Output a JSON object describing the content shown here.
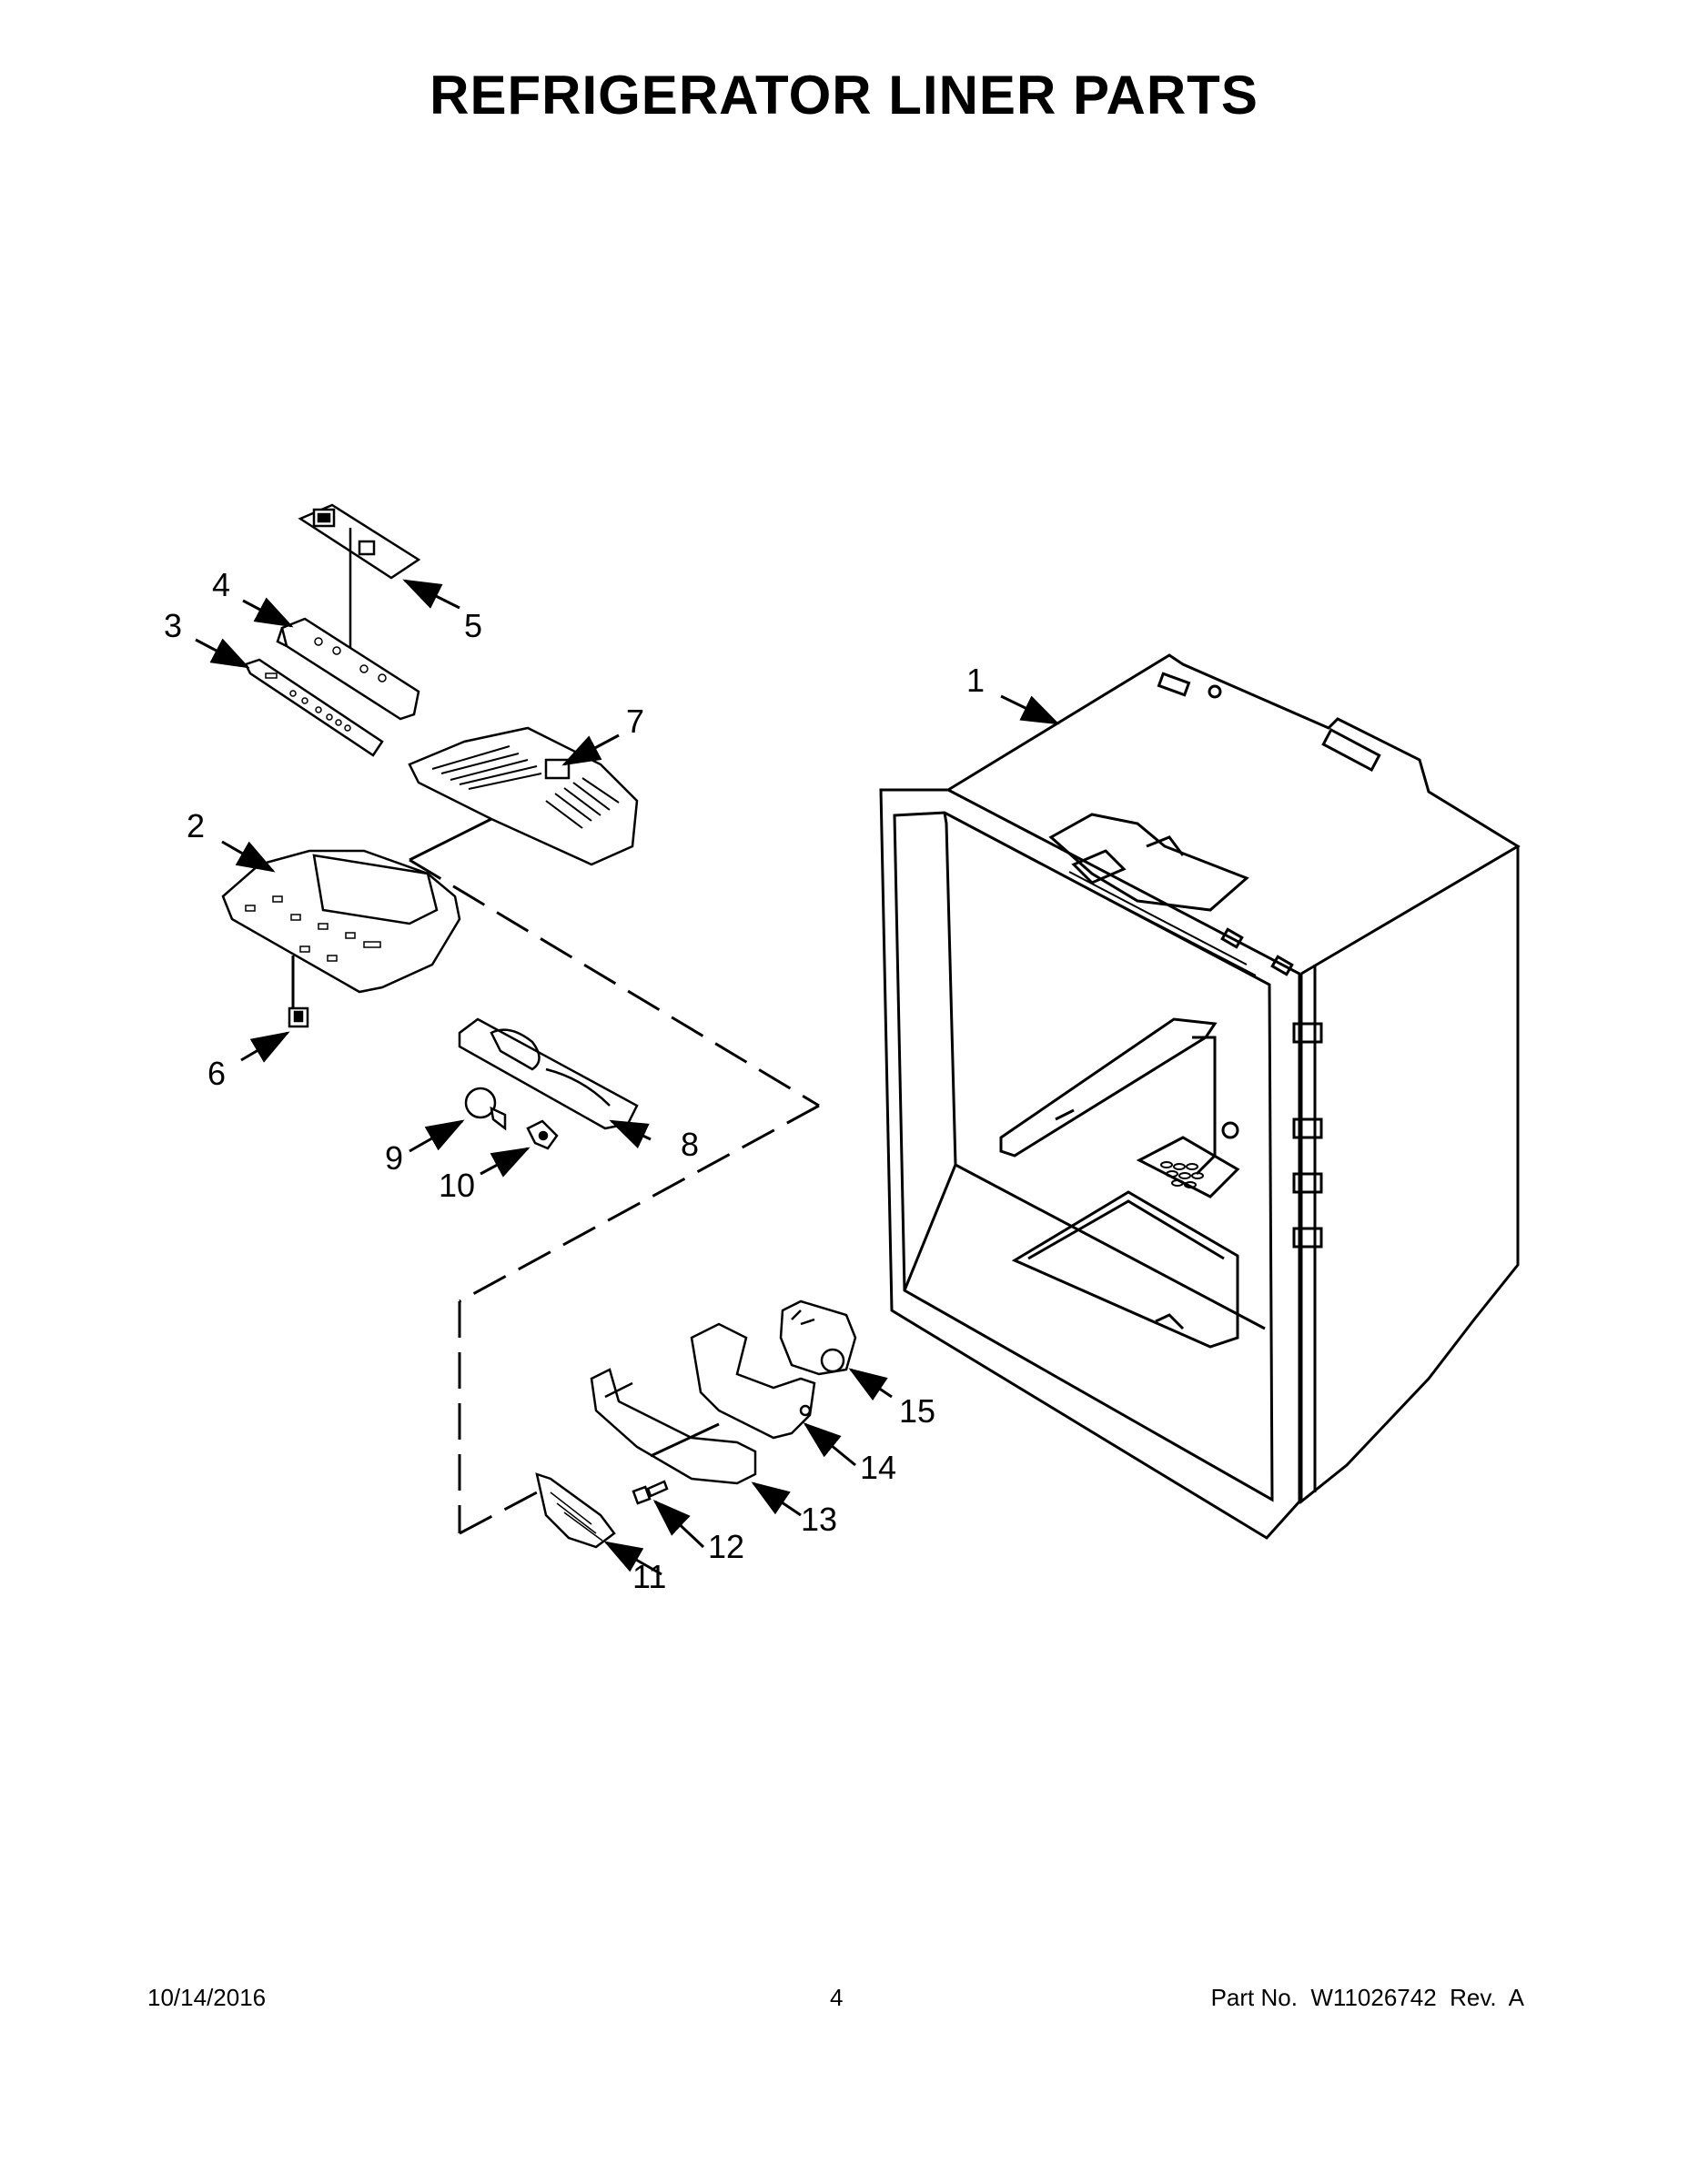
{
  "title": "REFRIGERATOR LINER PARTS",
  "callouts": [
    "1",
    "2",
    "3",
    "4",
    "5",
    "6",
    "7",
    "8",
    "9",
    "10",
    "11",
    "12",
    "13",
    "14",
    "15"
  ],
  "footer": {
    "date": "10/14/2016",
    "page": "4",
    "part_no": "Part No.  W11026742  Rev.  A"
  }
}
